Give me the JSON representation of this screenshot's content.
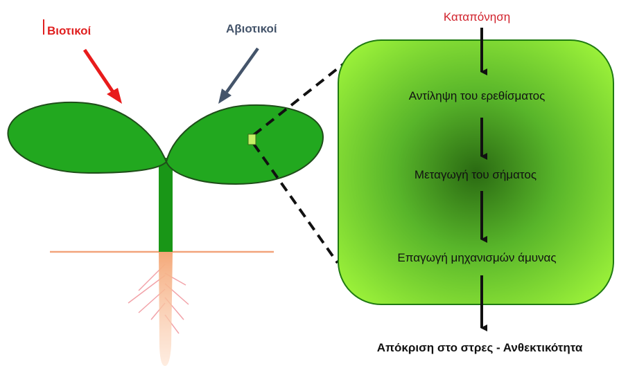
{
  "labels": {
    "biotic": "Βιοτικοί",
    "abiotic": "Αβιοτικοί",
    "stress": "Καταπόνηση",
    "perception": "Αντίληψη του ερεθίσματος",
    "transduction": "Μεταγωγή του σήματος",
    "induction": "Επαγωγή μηχανισμών άμυνας",
    "response": "Απόκριση στο στρες - Ανθεκτικότητα"
  },
  "colors": {
    "biotic_text": "#e02020",
    "biotic_arrow": "#e81b1b",
    "abiotic_text": "#44546a",
    "abiotic_arrow": "#44546a",
    "stress_text": "#d0202a",
    "leaf_fill": "#22a81f",
    "leaf_stroke": "#1f4d1a",
    "stem": "#199617",
    "ground_line": "#f2a37a",
    "root": "#f6b186",
    "root_hair": "#f2a2a8",
    "cell_marker": "#c5f066",
    "panel_center": "#2a6a12",
    "panel_edge": "#9cf23a"
  }
}
